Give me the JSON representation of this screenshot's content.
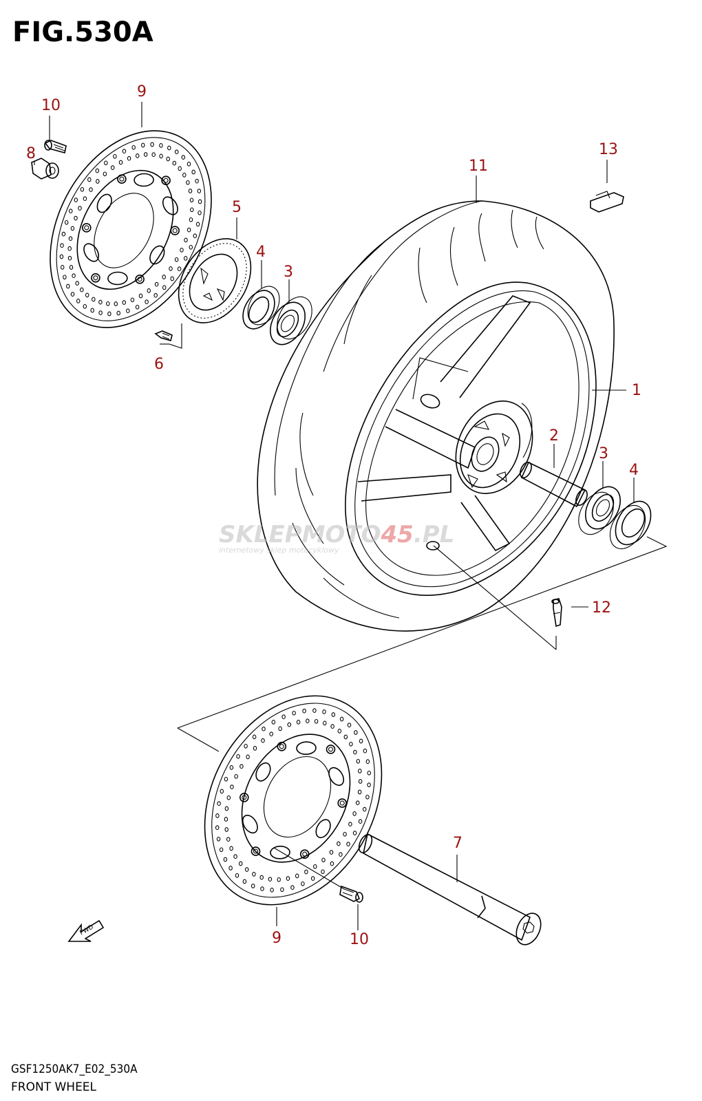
{
  "figure": {
    "title": "FIG.530A",
    "model_code": "GSF1250AK7_E02_530A",
    "name": "FRONT WHEEL"
  },
  "callouts": [
    {
      "id": "c10a",
      "label": "10"
    },
    {
      "id": "c9a",
      "label": "9"
    },
    {
      "id": "c8",
      "label": "8"
    },
    {
      "id": "c5",
      "label": "5"
    },
    {
      "id": "c4a",
      "label": "4"
    },
    {
      "id": "c3a",
      "label": "3"
    },
    {
      "id": "c6",
      "label": "6"
    },
    {
      "id": "c11",
      "label": "11"
    },
    {
      "id": "c13",
      "label": "13"
    },
    {
      "id": "c1",
      "label": "1"
    },
    {
      "id": "c2",
      "label": "2"
    },
    {
      "id": "c3b",
      "label": "3"
    },
    {
      "id": "c4b",
      "label": "4"
    },
    {
      "id": "c12",
      "label": "12"
    },
    {
      "id": "c7",
      "label": "7"
    },
    {
      "id": "c9b",
      "label": "9"
    },
    {
      "id": "c10b",
      "label": "10"
    }
  ],
  "watermark": {
    "brand_part1": "SKLEPMOTO",
    "brand_part2": "45",
    "brand_part3": ".PL",
    "tagline": "internetowy sklep motocyklowy"
  },
  "fwd_label": "FWD",
  "colors": {
    "callout": "#9b1010",
    "line": "#000000",
    "watermark_gray": "#b8b8b8",
    "watermark_red": "#e06060"
  }
}
